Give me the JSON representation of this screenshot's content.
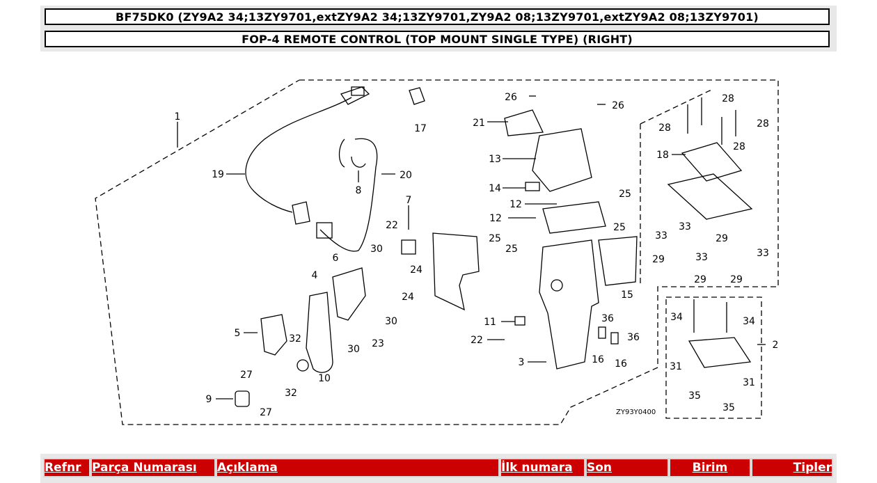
{
  "header": {
    "model_line": "BF75DK0 (ZY9A2 34;13ZY9701,extZY9A2 34;13ZY9701,ZY9A2 08;13ZY9701,extZY9A2 08;13ZY9701)",
    "section_title": "FOP-4 REMOTE CONTROL (TOP MOUNT SINGLE TYPE) (RIGHT)"
  },
  "diagram": {
    "drawing_code": "ZY93Y0400",
    "labels": {
      "l1": "1",
      "l2": "2",
      "l3": "3",
      "l4": "4",
      "l5": "5",
      "l6": "6",
      "l7": "7",
      "l8": "8",
      "l9": "9",
      "l10": "10",
      "l11": "11",
      "l12a": "12",
      "l12b": "12",
      "l13": "13",
      "l14": "14",
      "l15": "15",
      "l16a": "16",
      "l16b": "16",
      "l17": "17",
      "l18": "18",
      "l19": "19",
      "l20": "20",
      "l21": "21",
      "l22a": "22",
      "l22b": "22",
      "l23": "23",
      "l24a": "24",
      "l24b": "24",
      "l25a": "25",
      "l25b": "25",
      "l25c": "25",
      "l25d": "25",
      "l26a": "26",
      "l26b": "26",
      "l27a": "27",
      "l27b": "27",
      "l28a": "28",
      "l28b": "28",
      "l28c": "28",
      "l28d": "28",
      "l29a": "29",
      "l29b": "29",
      "l29c": "29",
      "l29d": "29",
      "l30a": "30",
      "l30b": "30",
      "l30c": "30",
      "l31a": "31",
      "l31b": "31",
      "l32a": "32",
      "l32b": "32",
      "l33a": "33",
      "l33b": "33",
      "l33c": "33",
      "l33d": "33",
      "l34a": "34",
      "l34b": "34",
      "l35a": "35",
      "l35b": "35",
      "l36a": "36",
      "l36b": "36"
    }
  },
  "table": {
    "columns": [
      "Refnr",
      "Parça Numarası",
      "Açıklama",
      "İlk numara",
      "Son",
      "Birim",
      "Tipler"
    ]
  },
  "colors": {
    "header_red": "#cc0000",
    "header_text": "#ffffff"
  }
}
